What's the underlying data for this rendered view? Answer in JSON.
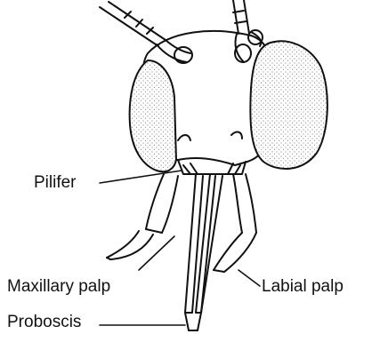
{
  "diagram": {
    "labels": {
      "pilifer": "Pilifer",
      "maxillary_palp": "Maxillary palp",
      "labial_palp": "Labial palp",
      "proboscis": "Proboscis"
    },
    "colors": {
      "ink": "#111111",
      "background": "#ffffff",
      "eye_stipple": "#555555"
    }
  }
}
